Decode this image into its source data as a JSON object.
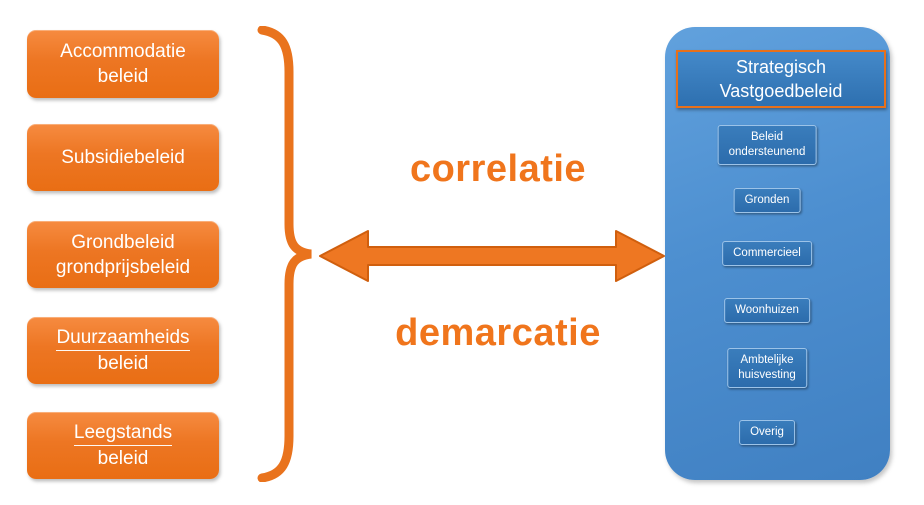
{
  "colors": {
    "orange_box": "#ED7623",
    "orange_accent_text": "#F0751C",
    "orange_border": "#E8701A",
    "panel_blue": "#4D8FD0",
    "inner_box_blue": "#2E70B0",
    "text_white": "#FFFFFF"
  },
  "left_boxes": [
    {
      "lines": [
        "Accommodatie",
        "beleid"
      ]
    },
    {
      "lines": [
        "Subsidiebeleid"
      ]
    },
    {
      "lines": [
        "Grondbeleid",
        "grondprijsbeleid"
      ]
    },
    {
      "lines": [
        "Duurzaamheids",
        "beleid"
      ]
    },
    {
      "lines": [
        "Leegstands",
        "beleid"
      ]
    }
  ],
  "center": {
    "correlation_label": "correlatie",
    "demarcation_label": "demarcatie"
  },
  "right_panel": {
    "title_lines": [
      "Strategisch",
      "Vastgoedbeleid"
    ],
    "items": [
      {
        "lines": [
          "Beleid",
          "ondersteunend"
        ]
      },
      {
        "lines": [
          "Gronden"
        ]
      },
      {
        "lines": [
          "Commercieel"
        ]
      },
      {
        "lines": [
          "Woonhuizen"
        ]
      },
      {
        "lines": [
          "Ambtelijke",
          "huisvesting"
        ]
      },
      {
        "lines": [
          "Overig"
        ]
      }
    ]
  }
}
